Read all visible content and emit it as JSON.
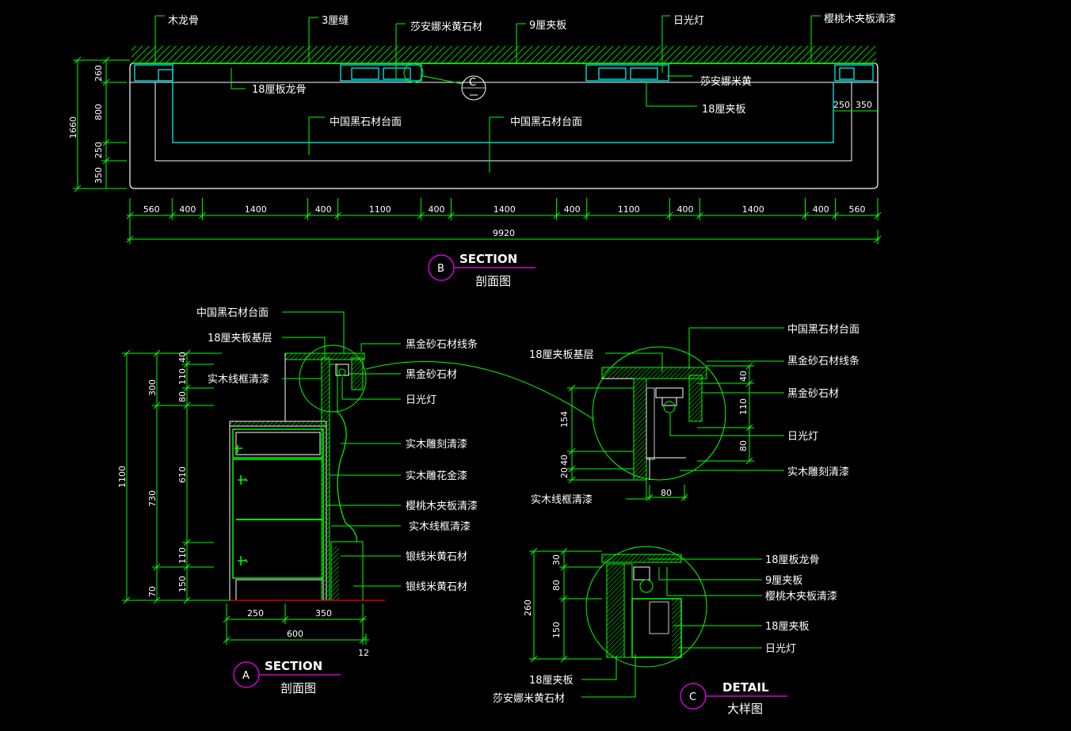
{
  "section_b": {
    "labels": {
      "l1": "木龙骨",
      "l2": "3厘缝",
      "l3": "莎安娜米黄石材",
      "l4": "9厘夹板",
      "l5": "日光灯",
      "l6": "樱桃木夹板清漆",
      "l7": "18厘板龙骨",
      "l8": "莎安娜米黄",
      "l9": "18厘夹板",
      "l10": "中国黑石材台面",
      "l11": "中国黑石材台面"
    },
    "vdims": {
      "d1": "260",
      "d2": "800",
      "d3": "250",
      "d4": "350",
      "total": "1660"
    },
    "small_dims": {
      "a": "250",
      "b": "350"
    },
    "hdims": [
      "560",
      "400",
      "1400",
      "400",
      "1100",
      "400",
      "1400",
      "400",
      "1100",
      "400",
      "1400",
      "400",
      "560"
    ],
    "total": "9920",
    "bubble": "C",
    "title": {
      "letter": "B",
      "en": "SECTION",
      "cn": "剖面图"
    }
  },
  "section_a": {
    "labels": {
      "l1": "中国黑石材台面",
      "l2": "18厘夹板基层",
      "l3": "实木线框清漆",
      "l4": "黑金砂石材线条",
      "l5": "黑金砂石材",
      "l6": "日光灯",
      "l7": "实木雕刻清漆",
      "l8": "实木雕花金漆",
      "l9": "樱桃木夹板清漆",
      "l10": "实木线框清漆",
      "l11": "银线米黄石材",
      "l12": "银线米黄石材"
    },
    "vdims_outer": {
      "total": "1100"
    },
    "vdims_mid": {
      "a": "300",
      "b": "730",
      "c": "70"
    },
    "vdims_inner": {
      "a": "40",
      "b": "110",
      "c": "80",
      "d": "610",
      "e": "110",
      "f": "150"
    },
    "hdims": {
      "a": "250",
      "b": "350",
      "total": "600",
      "extra": "12"
    },
    "title": {
      "letter": "A",
      "en": "SECTION",
      "cn": "剖面图"
    }
  },
  "detail_upper": {
    "labels": {
      "l1": "中国黑石材台面",
      "l2": "18厘夹板基层",
      "l3": "黑金砂石材线条",
      "l4": "黑金砂石材",
      "l5": "日光灯",
      "l6": "实木雕刻清漆",
      "l7": "实木线框清漆"
    },
    "vdims_left": {
      "a": "154",
      "b": "40",
      "c": "20"
    },
    "vdims_right": {
      "a": "40",
      "b": "110",
      "c": "80"
    },
    "hdim": "80"
  },
  "detail_c": {
    "labels": {
      "l1": "18厘板龙骨",
      "l2": "9厘夹板",
      "l3": "樱桃木夹板清漆",
      "l4": "18厘夹板",
      "l5": "日光灯",
      "l6": "18厘夹板",
      "l7": "莎安娜米黄石材"
    },
    "vdims_outer": {
      "total": "260"
    },
    "vdims_inner": {
      "a": "30",
      "b": "80",
      "c": "150"
    },
    "title": {
      "letter": "C",
      "en": "DETAIL",
      "cn": "大样图"
    }
  },
  "colors": {
    "background": "#000000",
    "line_green": "#00ff00",
    "cyan": "#00ffff",
    "text": "#ffffff",
    "magenta": "#ff00ff",
    "red": "#ff0000"
  }
}
